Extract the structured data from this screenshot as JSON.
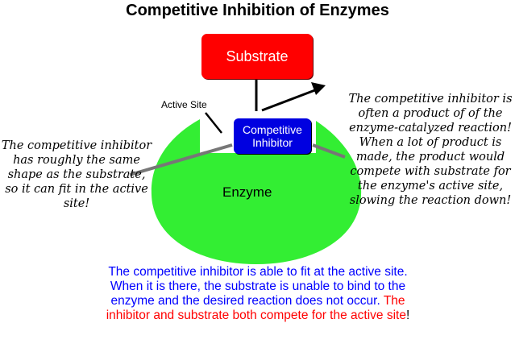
{
  "title": "Competitive Inhibition of Enzymes",
  "substrate_label": "Substrate",
  "inhibitor_label": "Competitive Inhibitor",
  "active_site_label": "Active Site",
  "enzyme_label": "Enzyme",
  "left_note": "The competitive inhibitor has roughly the same shape as the substrate, so it can fit in the active site!",
  "right_note": "The competitive inhibitor is often a product of of the enzyme-catalyzed reaction! When a lot of product is made, the product would compete with substrate for the enzyme's active site, slowing the reaction down!",
  "caption": {
    "blue_text": "The competitive inhibitor is able to fit at the active site. When it is there, the substrate is unable to bind to the enzyme and the desired reaction does not occur.",
    "red_text": "The inhibitor and substrate both compete for the active site",
    "end_mark": "!"
  },
  "colors": {
    "enzyme": "#33ee33",
    "substrate": "#ff0000",
    "inhibitor": "#0000e0",
    "caption_blue": "#0000ff",
    "caption_red": "#ff0000"
  }
}
